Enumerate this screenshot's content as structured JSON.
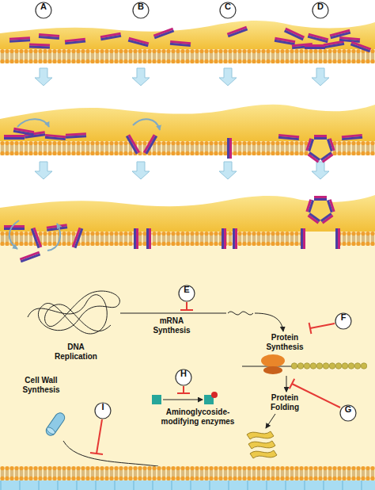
{
  "diagram": {
    "nodes": [
      {
        "text": [
          "A"
        ]
      },
      {
        "text": [
          "B"
        ]
      },
      {
        "text": [
          "C"
        ]
      },
      {
        "text": [
          "D"
        ]
      },
      {
        "text": [
          "E"
        ]
      },
      {
        "text": [
          "F"
        ]
      },
      {
        "text": [
          "H"
        ]
      },
      {
        "text": [
          "I"
        ]
      },
      {
        "text": [
          "G"
        ]
      }
    ],
    "labels": [
      "DNA Replication",
      "mRNA Synthesis",
      "Protein Synthesis",
      "Cell Wall Synthesis",
      "Aminoglycoside-modifying enzymes",
      "Protein Folding"
    ]
  }
}
